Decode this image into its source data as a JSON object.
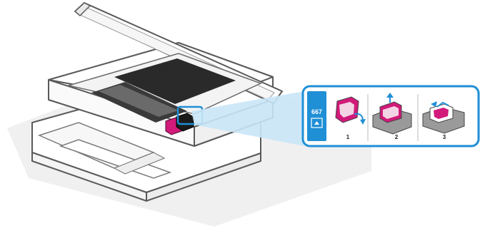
{
  "figure": {
    "subject": "printer-ink-cartridge-access",
    "colors": {
      "highlight_blue": "#1f8fd6",
      "callout_bg": "#c9e6f7",
      "magenta_cartridge": "#d11a7a",
      "black_cartridge": "#1a1a1a",
      "printer_body": "#ffffff",
      "printer_outline": "#555555",
      "shadow": "#ececec"
    }
  },
  "callout": {
    "cartridge_code": "667",
    "steps": [
      {
        "label": "1",
        "icon": "remove-cartridge-icon"
      },
      {
        "label": "2",
        "icon": "insert-cartridge-icon"
      },
      {
        "label": "3",
        "icon": "seat-cartridge-icon"
      }
    ]
  }
}
